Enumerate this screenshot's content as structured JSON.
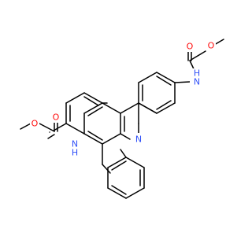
{
  "colors": {
    "background": "#ffffff",
    "bond": "#000000",
    "oxygen": "#ff0d0d",
    "nitrogen": "#3050f8"
  },
  "atoms": {
    "o_methoxy_right": {
      "text": "O",
      "color": "oxygen"
    },
    "o_carbonyl_right": {
      "text": "O",
      "color": "oxygen"
    },
    "nh_right": {
      "text": "H",
      "subtext": "N",
      "color": "nitrogen"
    },
    "n_ring": {
      "text": "N",
      "color": "nitrogen"
    },
    "o_carbonyl_left": {
      "text": "O",
      "color": "oxygen"
    },
    "o_methoxy_left": {
      "text": "O",
      "color": "oxygen"
    },
    "nh_left": {
      "text": "H",
      "subtext": "N",
      "color": "nitrogen"
    }
  }
}
